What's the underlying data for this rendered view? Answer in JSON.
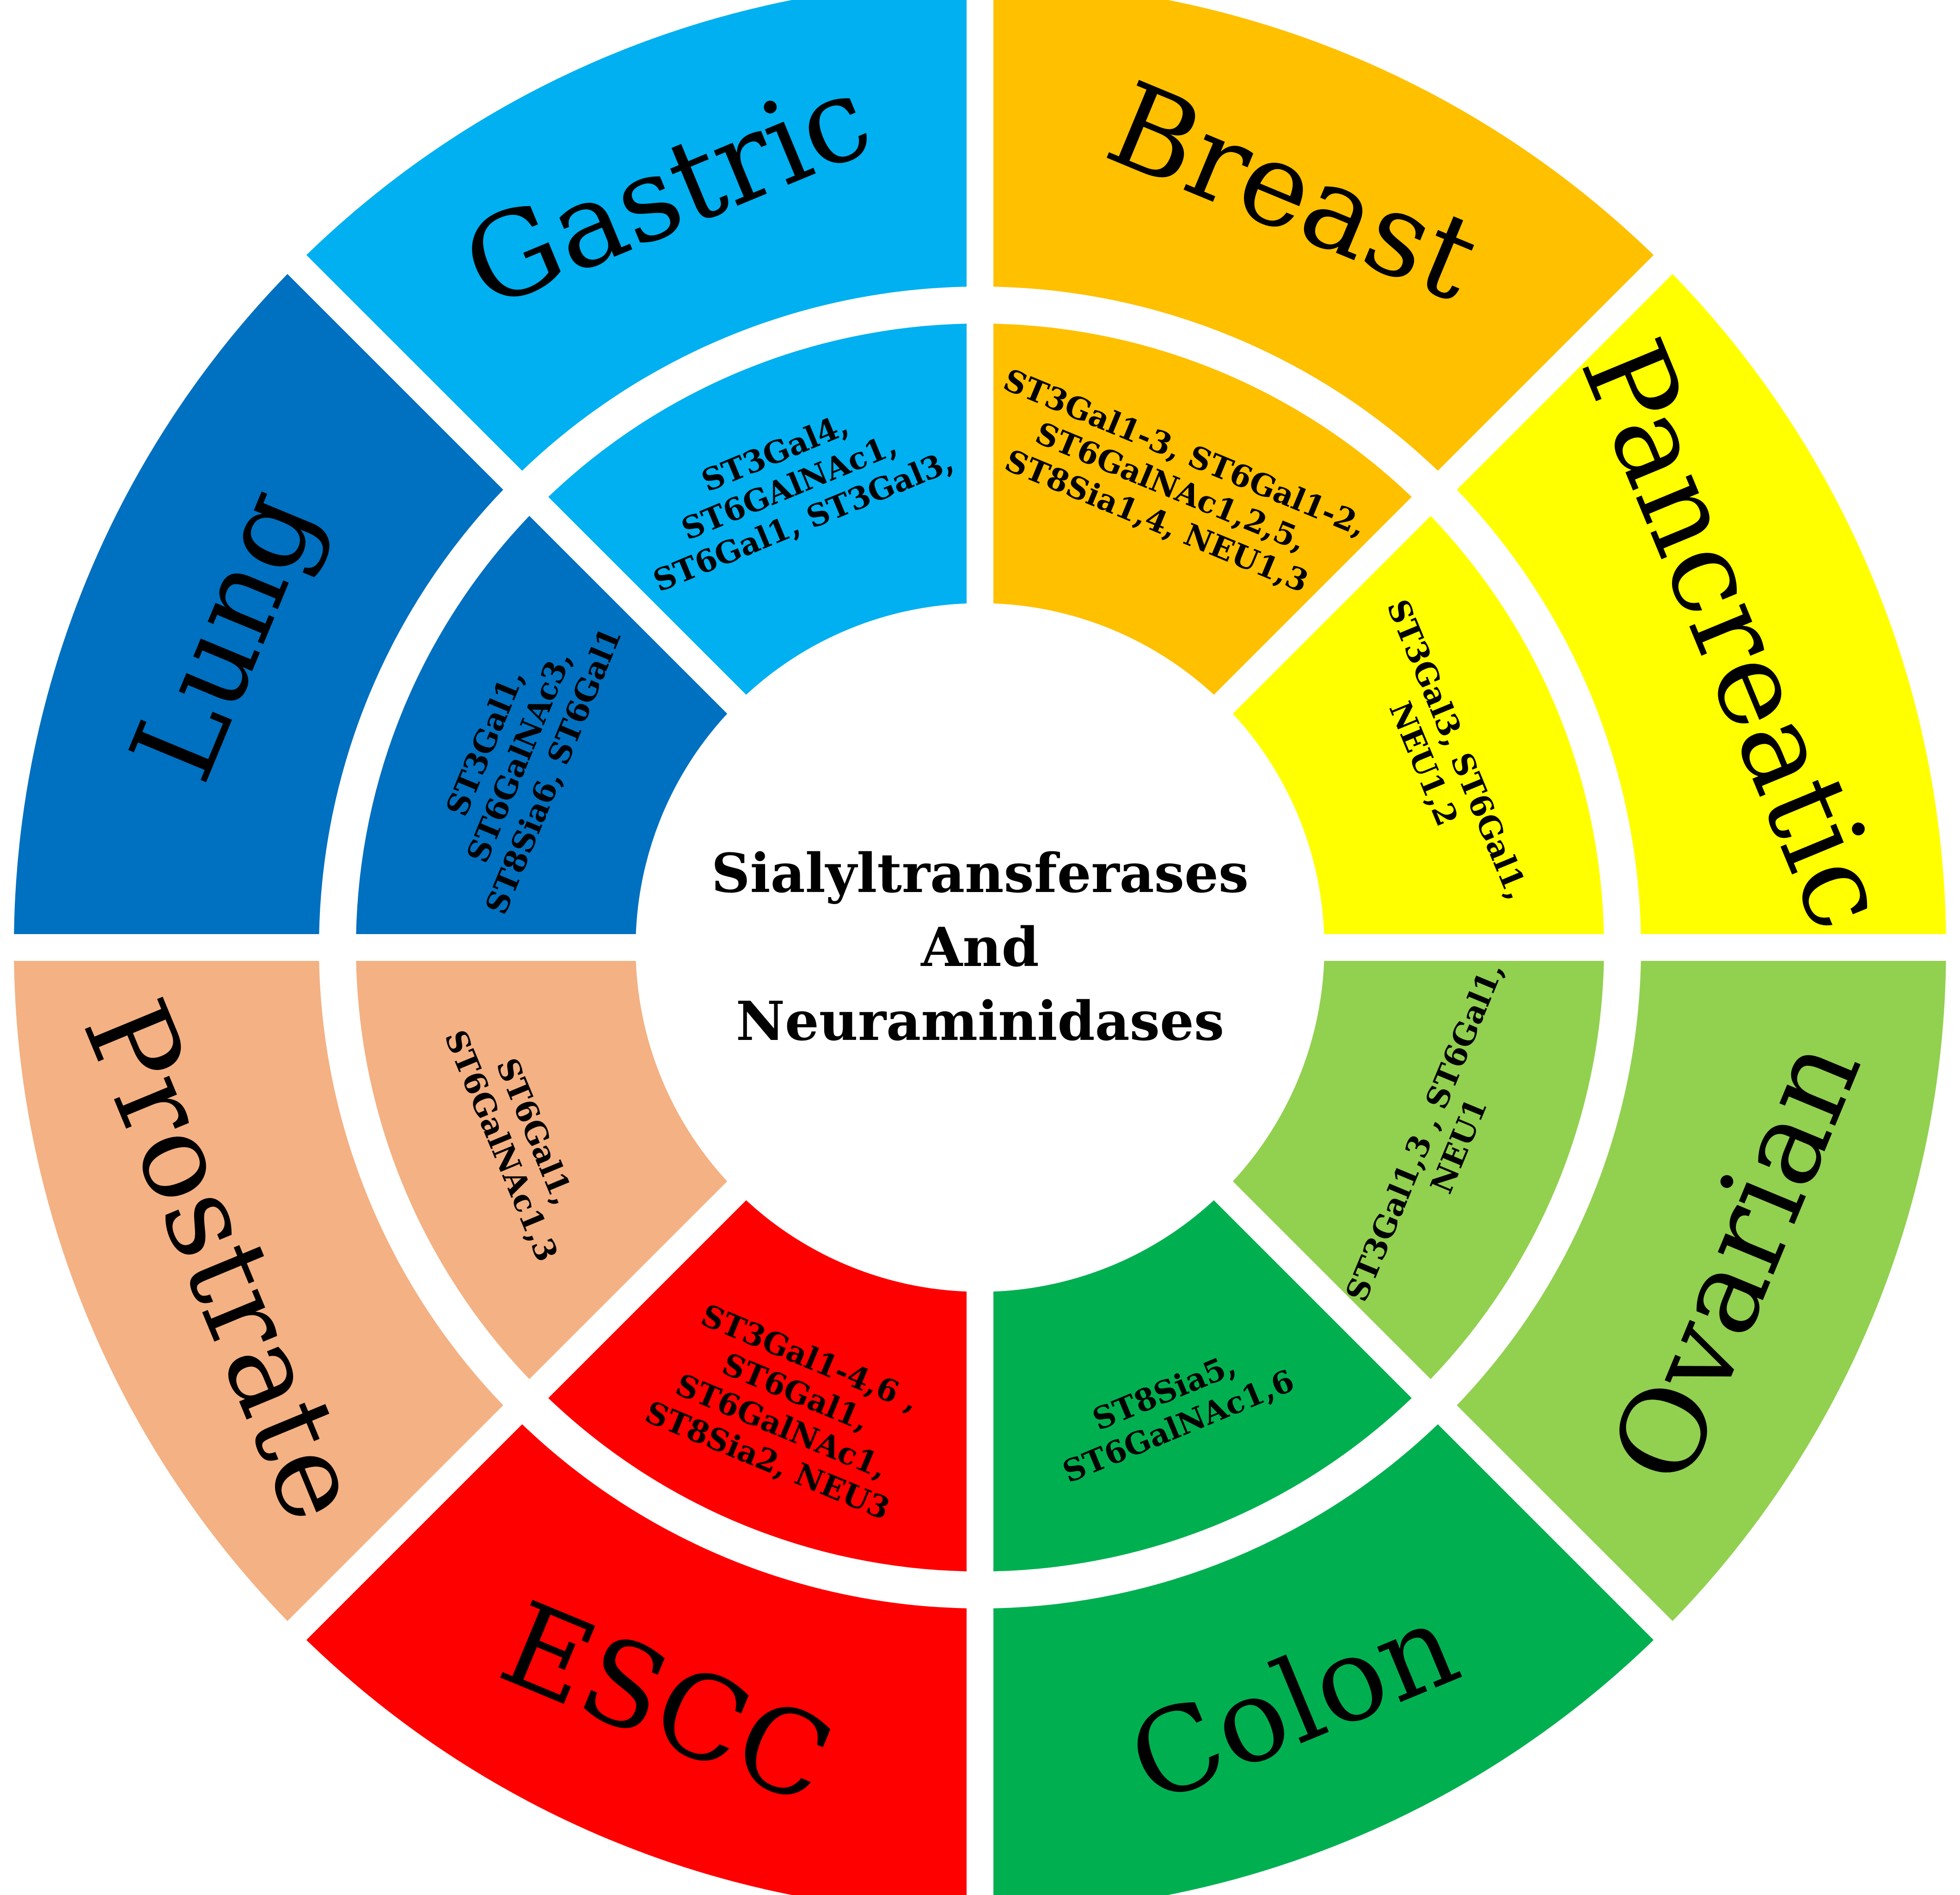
{
  "center": {
    "lines": [
      "Sialyltransferases",
      "And",
      "Neuraminidases"
    ]
  },
  "segments": [
    {
      "key": "breast",
      "label": "Breast",
      "color": "#FFC000",
      "enzymes": [
        "ST3Gal1-3, ST6Gal1-2,",
        "ST6GalNAc1,2,5,",
        "ST8Sia1,4, NEU1,3"
      ]
    },
    {
      "key": "pancreatic",
      "label": "Pancreatic",
      "color": "#FFFF00",
      "enzymes": [
        "ST3Gal3, ST6Gal1,",
        "NEU1,2"
      ]
    },
    {
      "key": "ovarian",
      "label": "Ovarian",
      "color": "#92D050",
      "enzymes": [
        "ST3Gal1,3 , ST6Gal1,",
        "NEU1"
      ]
    },
    {
      "key": "colon",
      "label": "Colon",
      "color": "#00B050",
      "enzymes": [
        "ST8Sia5,",
        "ST6GalNAc1,6"
      ]
    },
    {
      "key": "escc",
      "label": "ESCC",
      "color": "#FF0000",
      "enzymes": [
        "ST3Gal1-4,6 ,",
        "ST6Gal1,",
        "ST6GalNAc1,",
        "ST8Sia2, NEU3"
      ]
    },
    {
      "key": "prostrate",
      "label": "Prostrate",
      "color": "#F4B183",
      "enzymes": [
        "ST6Gal1,",
        "ST6GalNAc1,3"
      ]
    },
    {
      "key": "lung",
      "label": "Lung",
      "color": "#0070C0",
      "enzymes": [
        "ST3Gal1,",
        "ST6GalNAc3,",
        "ST8Sia6, ST6Gal1"
      ]
    },
    {
      "key": "gastric",
      "label": "Gastric",
      "color": "#00B0F0",
      "enzymes": [
        "ST3Gal4,",
        "ST6GAlNAc1,",
        "ST6Gal1, ST3Gal3,"
      ]
    }
  ]
}
